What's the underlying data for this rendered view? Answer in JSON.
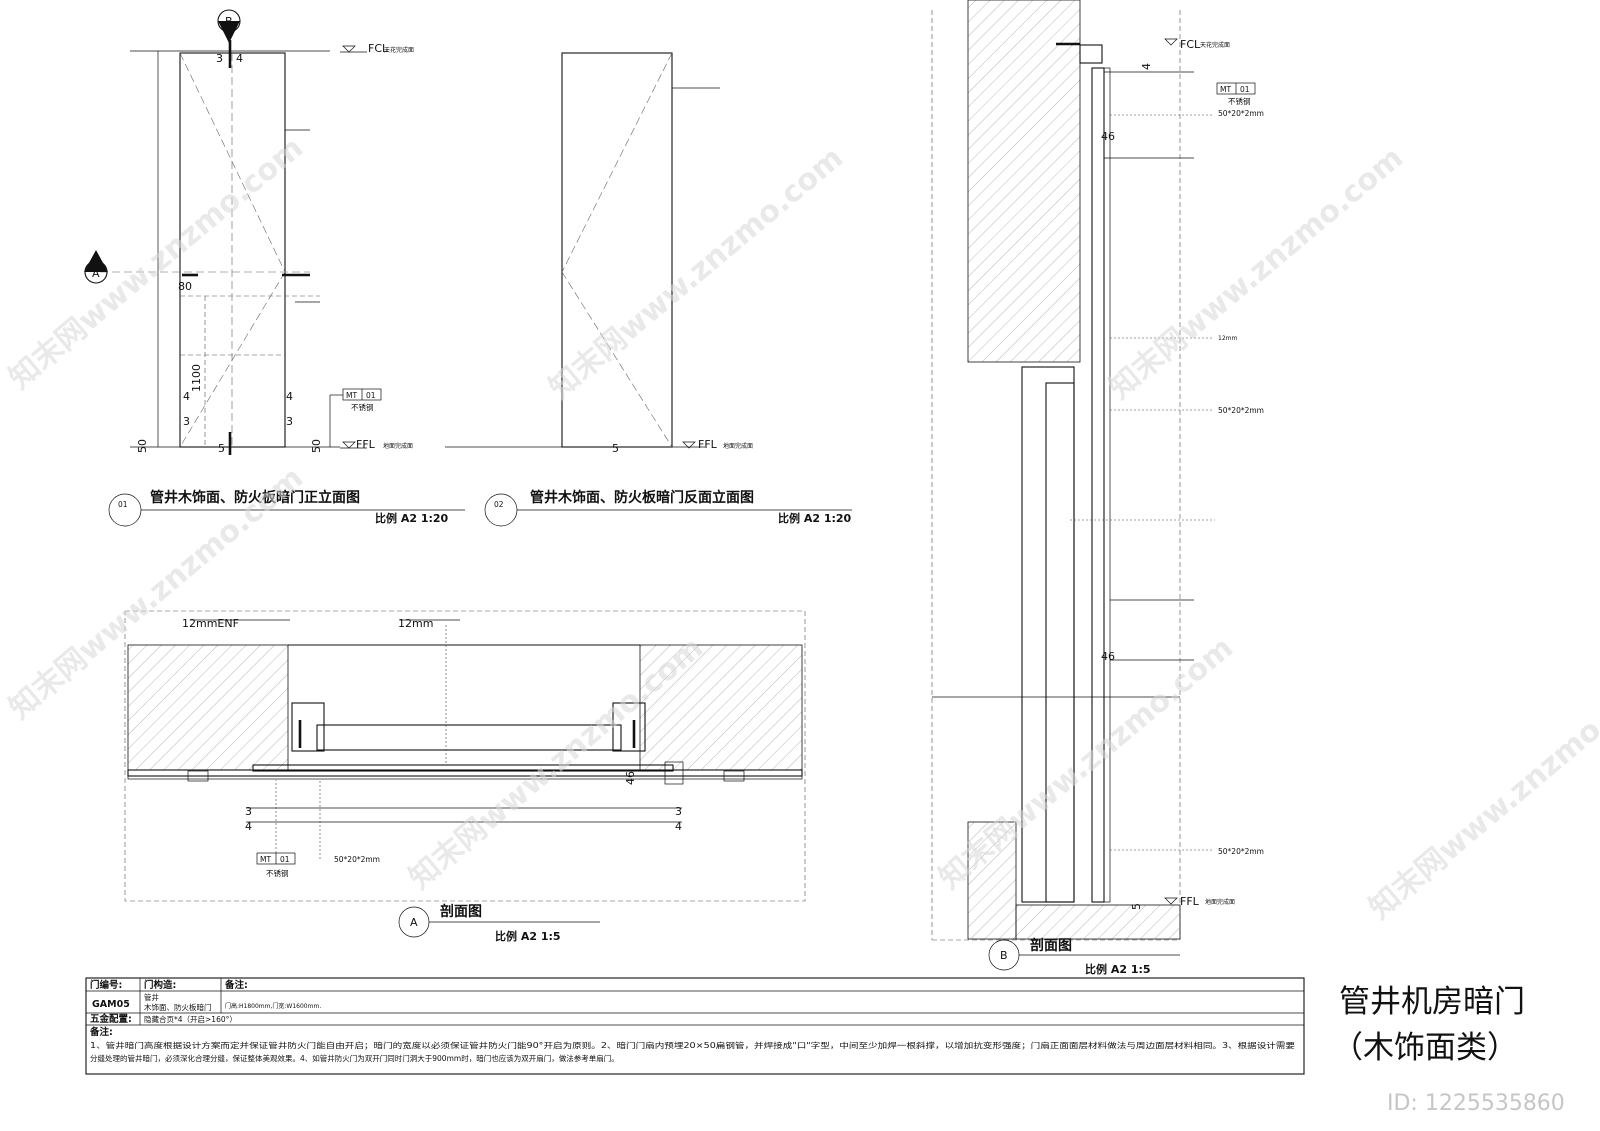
{
  "drawings": {
    "d01": {
      "number": "01",
      "title": "管井木饰面、防火板暗门正立面图",
      "scale": "比例  A2 1:20"
    },
    "d02": {
      "number": "02",
      "title": "管井木饰面、防火板暗门反面立面图",
      "scale": "比例  A2 1:20"
    },
    "secA": {
      "mark": "A",
      "title": "剖面图",
      "scale": "比例  A2 1:5"
    },
    "secB": {
      "mark": "B",
      "title": "剖面图",
      "scale": "比例  A2 1:5"
    }
  },
  "labels": {
    "fcl": "FCL",
    "fcl_note": "天花完成面",
    "ffl": "FFL",
    "ffl_note": "地面完成面",
    "mt_code": "MT",
    "mt_num": "01",
    "stainless": "不锈钢",
    "enf": "12mmENF",
    "board12": "12mm",
    "board12b": "12mm",
    "steel": "50*20*2mm",
    "steel_b": "50*20*2mm",
    "steel_c": "50*20*2mm",
    "dim_80": "80",
    "dim_1100": "1100",
    "dim_50": "50",
    "dim_50b": "50",
    "dim_3": "3",
    "dim_4": "4",
    "dim_5": "5",
    "dim_46": "46",
    "mark_a": "A",
    "mark_b": "B"
  },
  "schedule": {
    "h_code": "门编号:",
    "h_construct": "门构造:",
    "h_note": "备注:",
    "code": "GAM05",
    "construct_1": "管井",
    "construct_2": "木饰面、防火板暗门",
    "size": "门高:H1800mm,门宽:W1600mm.",
    "hw_label": "五金配置:",
    "hw": "隐藏合页*4（开启>160°）",
    "remarks_label": "备注:",
    "remarks_1": "1、管井暗门高度根据设计方案而定并保证管井防火门能自由开启；暗门的宽度以必须保证管井防火门能90°开启为原则。2、暗门门扇内预埋20×50扁钢管，并焊接成\"口\"字型，中间至少加焊一根斜撑，以增加抗变形强度；门扇正面面层材料做法与周边面层材料相同。3、根据设计需要",
    "remarks_2": "分缝处理的管井暗门，必须深化合理分缝，保证整体美观效果。4、如管井防火门为双开门同时门洞大于900mm时，暗门也应该为双开扇门，做法参考单扇门。"
  },
  "sheet_title": {
    "line1": "管井机房暗门",
    "line2": "（木饰面类）"
  },
  "watermark": {
    "text": "知末网www.znzmo.com",
    "id": "ID: 1225535860"
  }
}
